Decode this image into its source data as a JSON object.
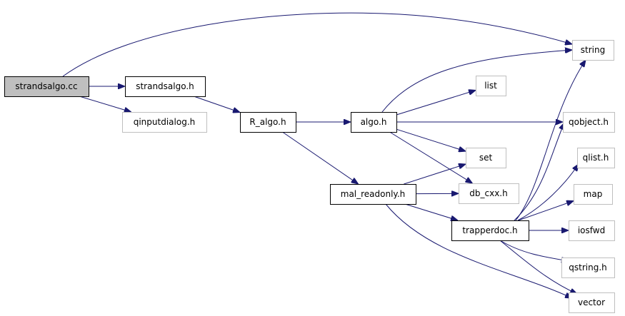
{
  "colors": {
    "edge": "#191970",
    "box_border_defined": "#000000",
    "box_border_external": "#bfbfbf",
    "box_fill_root": "#bfbfbf",
    "box_fill": "#ffffff"
  },
  "nodes": [
    {
      "id": "strandsalgo_cc",
      "label": "strandsalgo.cc",
      "kind": "root"
    },
    {
      "id": "strandsalgo_h",
      "label": "strandsalgo.h",
      "kind": "defined"
    },
    {
      "id": "qinputdialog_h",
      "label": "qinputdialog.h",
      "kind": "external"
    },
    {
      "id": "R_algo_h",
      "label": "R_algo.h",
      "kind": "defined"
    },
    {
      "id": "algo_h",
      "label": "algo.h",
      "kind": "defined"
    },
    {
      "id": "mal_readonly_h",
      "label": "mal_readonly.h",
      "kind": "defined"
    },
    {
      "id": "trapperdoc_h",
      "label": "trapperdoc.h",
      "kind": "defined"
    },
    {
      "id": "string",
      "label": "string",
      "kind": "external"
    },
    {
      "id": "list",
      "label": "list",
      "kind": "external"
    },
    {
      "id": "qobject_h",
      "label": "qobject.h",
      "kind": "external"
    },
    {
      "id": "set",
      "label": "set",
      "kind": "external"
    },
    {
      "id": "db_cxx_h",
      "label": "db_cxx.h",
      "kind": "external"
    },
    {
      "id": "qlist_h",
      "label": "qlist.h",
      "kind": "external"
    },
    {
      "id": "map",
      "label": "map",
      "kind": "external"
    },
    {
      "id": "iosfwd",
      "label": "iosfwd",
      "kind": "external"
    },
    {
      "id": "qstring_h",
      "label": "qstring.h",
      "kind": "external"
    },
    {
      "id": "vector",
      "label": "vector",
      "kind": "external"
    }
  ],
  "edges": [
    {
      "from": "strandsalgo_cc",
      "to": "string"
    },
    {
      "from": "strandsalgo_cc",
      "to": "strandsalgo_h"
    },
    {
      "from": "strandsalgo_cc",
      "to": "qinputdialog_h"
    },
    {
      "from": "strandsalgo_h",
      "to": "R_algo_h"
    },
    {
      "from": "R_algo_h",
      "to": "algo_h"
    },
    {
      "from": "R_algo_h",
      "to": "mal_readonly_h"
    },
    {
      "from": "algo_h",
      "to": "string"
    },
    {
      "from": "algo_h",
      "to": "list"
    },
    {
      "from": "algo_h",
      "to": "qobject_h"
    },
    {
      "from": "algo_h",
      "to": "set"
    },
    {
      "from": "algo_h",
      "to": "db_cxx_h"
    },
    {
      "from": "mal_readonly_h",
      "to": "set"
    },
    {
      "from": "mal_readonly_h",
      "to": "db_cxx_h"
    },
    {
      "from": "mal_readonly_h",
      "to": "trapperdoc_h"
    },
    {
      "from": "mal_readonly_h",
      "to": "vector"
    },
    {
      "from": "trapperdoc_h",
      "to": "string"
    },
    {
      "from": "trapperdoc_h",
      "to": "qobject_h"
    },
    {
      "from": "trapperdoc_h",
      "to": "qlist_h"
    },
    {
      "from": "trapperdoc_h",
      "to": "map"
    },
    {
      "from": "trapperdoc_h",
      "to": "iosfwd"
    },
    {
      "from": "trapperdoc_h",
      "to": "qstring_h"
    },
    {
      "from": "trapperdoc_h",
      "to": "vector"
    }
  ]
}
